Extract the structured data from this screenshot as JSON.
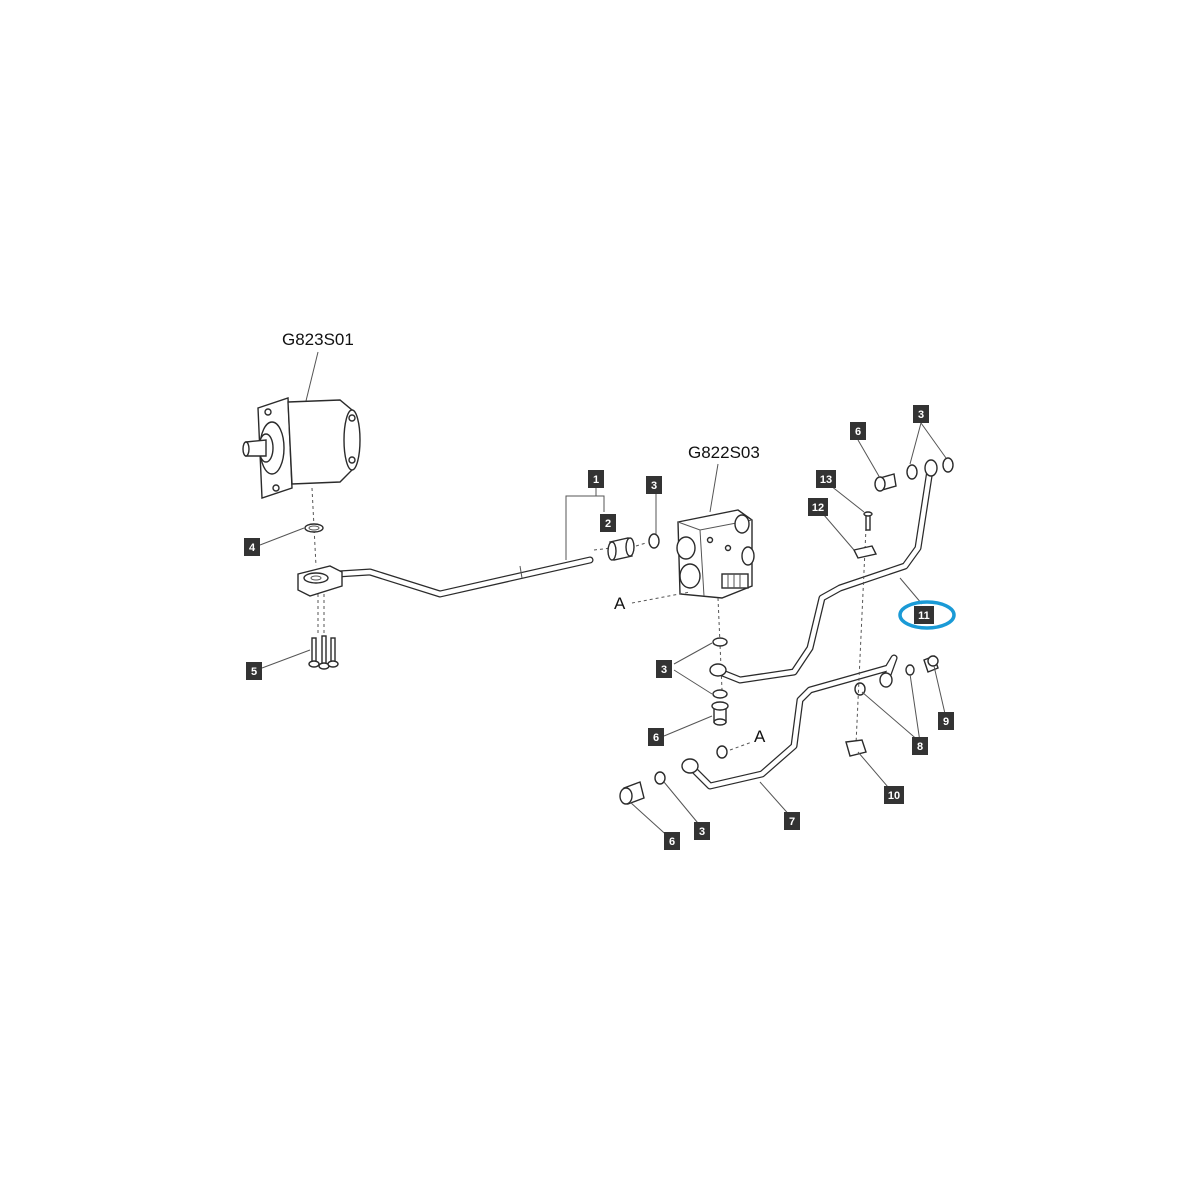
{
  "assembly_refs": {
    "pump": "G823S01",
    "valve": "G822S03"
  },
  "section_marker": "A",
  "callouts": {
    "c1": "1",
    "c2": "2",
    "c3_valve": "3",
    "c3_top": "3",
    "c3_left": "3",
    "c3_bottom": "3",
    "c4": "4",
    "c5": "5",
    "c6_top": "6",
    "c6_mid": "6",
    "c6_bottom": "6",
    "c7": "7",
    "c8": "8",
    "c9": "9",
    "c10": "10",
    "c11": "11",
    "c12": "12",
    "c13": "13"
  },
  "highlighted_part": "11",
  "colors": {
    "highlight": "#1a9ad6",
    "callout_bg": "#333333"
  }
}
